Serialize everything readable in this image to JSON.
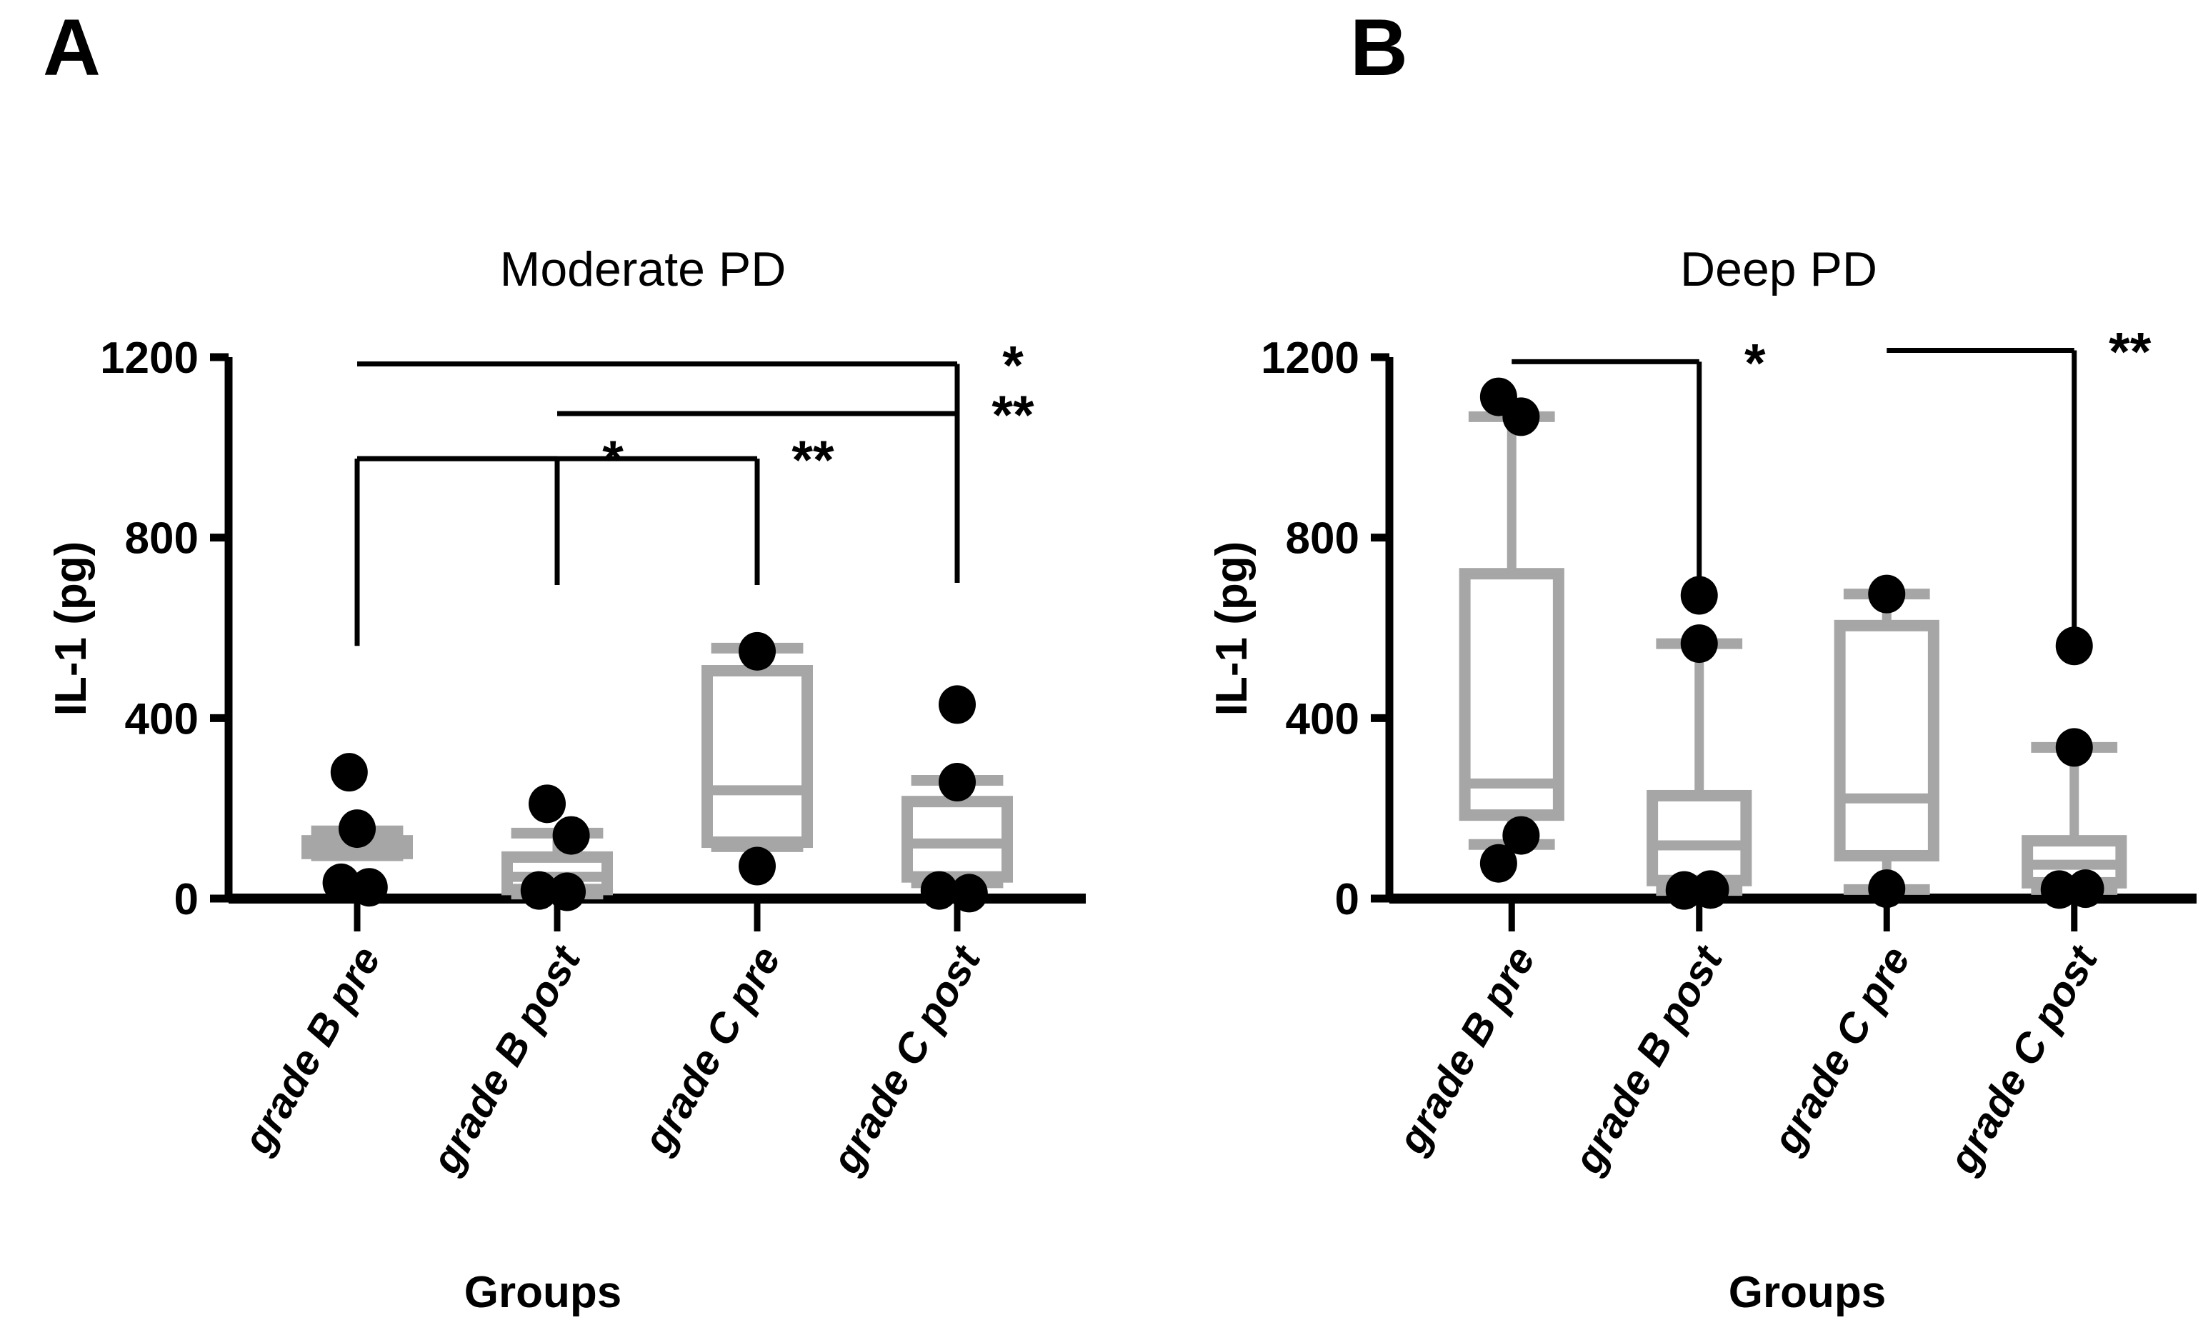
{
  "figure": {
    "background": "#ffffff",
    "box_color": "#a6a6a6",
    "point_color": "#000000",
    "axis_color": "#000000"
  },
  "panels": [
    {
      "letter": "A",
      "title": "Moderate PD",
      "ylabel": "IL-1 (pg)",
      "xlabel": "Groups"
    },
    {
      "letter": "B",
      "title": "Deep PD",
      "ylabel": "IL-1 (pg)",
      "xlabel": "Groups"
    }
  ],
  "chart_data": [
    {
      "type": "box",
      "panel": "A",
      "title": "Moderate PD",
      "xlabel": "Groups",
      "ylabel": "IL-1 (pg)",
      "ylim": [
        0,
        1200
      ],
      "yticks": [
        0,
        400,
        800,
        1200
      ],
      "ytick_labels": [
        "0",
        "400",
        "800",
        "1200"
      ],
      "grid": false,
      "legend": "none",
      "categories": [
        "grade B pre",
        "grade B post",
        "grade C pre",
        "grade C post"
      ],
      "boxes": [
        {
          "category": "grade B pre",
          "whisker_low": 95,
          "q1": 100,
          "median": 110,
          "q3": 128,
          "whisker_high": 150
        },
        {
          "category": "grade B post",
          "whisker_low": 10,
          "q1": 20,
          "median": 48,
          "q3": 92,
          "whisker_high": 145
        },
        {
          "category": "grade C pre",
          "whisker_low": 115,
          "q1": 125,
          "median": 240,
          "q3": 505,
          "whisker_high": 555
        },
        {
          "category": "grade C post",
          "whisker_low": 35,
          "q1": 48,
          "median": 122,
          "q3": 215,
          "whisker_high": 262
        }
      ],
      "points": [
        {
          "category": "grade B pre",
          "value": 280,
          "dx": -0.04
        },
        {
          "category": "grade B pre",
          "value": 155,
          "dx": 0.0
        },
        {
          "category": "grade B pre",
          "value": 35,
          "dx": -0.08
        },
        {
          "category": "grade B pre",
          "value": 25,
          "dx": 0.06
        },
        {
          "category": "grade B post",
          "value": 210,
          "dx": -0.05
        },
        {
          "category": "grade B post",
          "value": 140,
          "dx": 0.07
        },
        {
          "category": "grade B post",
          "value": 18,
          "dx": -0.09
        },
        {
          "category": "grade B post",
          "value": 15,
          "dx": 0.05
        },
        {
          "category": "grade C pre",
          "value": 548,
          "dx": 0.0
        },
        {
          "category": "grade C pre",
          "value": 72,
          "dx": 0.0
        },
        {
          "category": "grade C post",
          "value": 430,
          "dx": 0.0
        },
        {
          "category": "grade C post",
          "value": 258,
          "dx": 0.0
        },
        {
          "category": "grade C post",
          "value": 18,
          "dx": -0.09
        },
        {
          "category": "grade C post",
          "value": 12,
          "dx": 0.06
        }
      ],
      "significance": [
        {
          "label": "*",
          "from": "grade B pre",
          "to": "grade C post",
          "bar_y": 1185,
          "drop_right": 700
        },
        {
          "label": "**",
          "from": "grade B post",
          "to": "grade C post",
          "bar_y": 1075,
          "drop_right": 700
        },
        {
          "label": "*",
          "from": "grade B pre",
          "to": "grade B post",
          "bar_y": 975,
          "drop_left": 560,
          "drop_right": 695
        },
        {
          "label": "**",
          "from": "grade B pre",
          "to": "grade C pre",
          "bar_y": 975,
          "drop_right": 695
        }
      ]
    },
    {
      "type": "box",
      "panel": "B",
      "title": "Deep PD",
      "xlabel": "Groups",
      "ylabel": "IL-1 (pg)",
      "ylim": [
        0,
        1200
      ],
      "yticks": [
        0,
        400,
        800,
        1200
      ],
      "ytick_labels": [
        "0",
        "400",
        "800",
        "1200"
      ],
      "grid": false,
      "legend": "none",
      "categories": [
        "grade B pre",
        "grade B post",
        "grade C pre",
        "grade C post"
      ],
      "boxes": [
        {
          "category": "grade B pre",
          "whisker_low": 120,
          "q1": 185,
          "median": 255,
          "q3": 720,
          "whisker_high": 1068
        },
        {
          "category": "grade B post",
          "whisker_low": 18,
          "q1": 40,
          "median": 118,
          "q3": 228,
          "whisker_high": 565
        },
        {
          "category": "grade C pre",
          "whisker_low": 20,
          "q1": 95,
          "median": 222,
          "q3": 605,
          "whisker_high": 675
        },
        {
          "category": "grade C post",
          "whisker_low": 20,
          "q1": 35,
          "median": 75,
          "q3": 128,
          "whisker_high": 335
        }
      ],
      "points": [
        {
          "category": "grade B pre",
          "value": 1112,
          "dx": -0.07
        },
        {
          "category": "grade B pre",
          "value": 1068,
          "dx": 0.05
        },
        {
          "category": "grade B pre",
          "value": 140,
          "dx": 0.05
        },
        {
          "category": "grade B pre",
          "value": 78,
          "dx": -0.07
        },
        {
          "category": "grade B post",
          "value": 672,
          "dx": 0.0
        },
        {
          "category": "grade B post",
          "value": 565,
          "dx": 0.0
        },
        {
          "category": "grade B post",
          "value": 18,
          "dx": -0.08
        },
        {
          "category": "grade B post",
          "value": 20,
          "dx": 0.06
        },
        {
          "category": "grade C pre",
          "value": 675,
          "dx": 0.0
        },
        {
          "category": "grade C pre",
          "value": 22,
          "dx": 0.0
        },
        {
          "category": "grade C post",
          "value": 560,
          "dx": 0.0
        },
        {
          "category": "grade C post",
          "value": 335,
          "dx": 0.0
        },
        {
          "category": "grade C post",
          "value": 20,
          "dx": -0.08
        },
        {
          "category": "grade C post",
          "value": 22,
          "dx": 0.06
        }
      ],
      "significance": [
        {
          "label": "*",
          "from": "grade B pre",
          "to": "grade B post",
          "bar_y": 1190,
          "drop_right": 690
        },
        {
          "label": "**",
          "from": "grade C pre",
          "to": "grade C post",
          "bar_y": 1215,
          "drop_right": 560
        }
      ]
    }
  ]
}
